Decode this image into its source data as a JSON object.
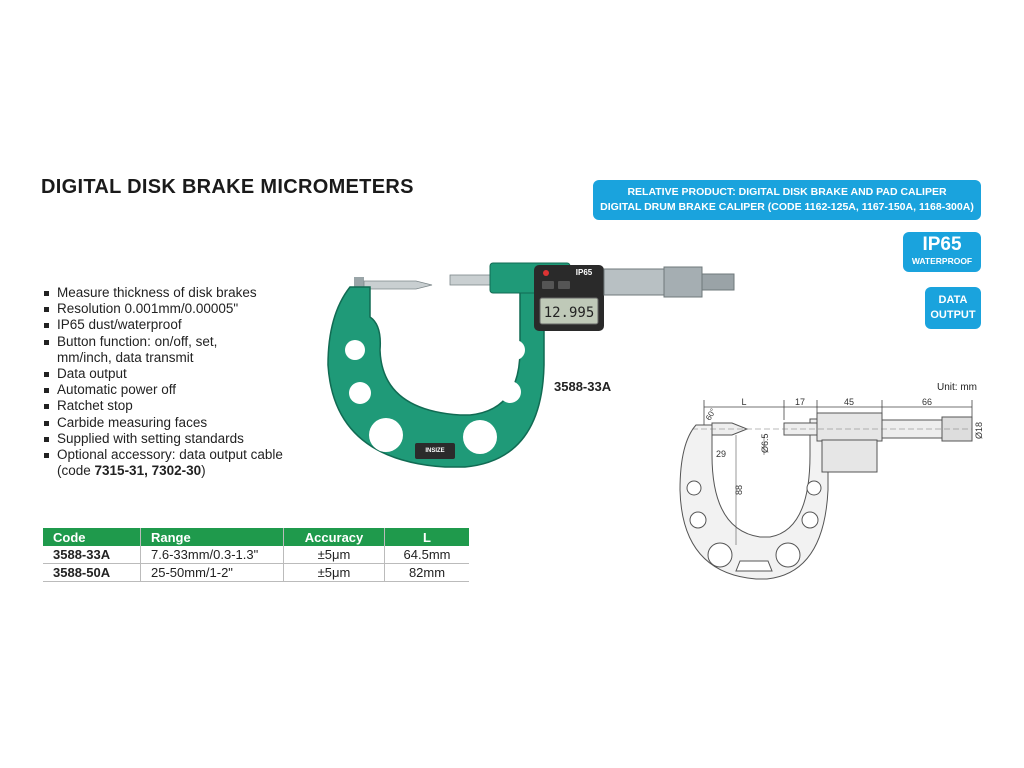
{
  "title": "DIGITAL DISK BRAKE MICROMETERS",
  "related": {
    "line1": "RELATIVE PRODUCT: DIGITAL DISK BRAKE AND PAD CALIPER",
    "line2": "DIGITAL DRUM BRAKE CALIPER (CODE 1162-125A, 1167-150A, 1168-300A)"
  },
  "badges": {
    "ip": "IP65",
    "ip_sub": "WATERPROOF",
    "data1": "DATA",
    "data2": "OUTPUT"
  },
  "features": [
    "Measure thickness of disk brakes",
    "Resolution 0.001mm/0.00005\"",
    "IP65 dust/waterproof",
    "Button function: on/off, set,",
    "mm/inch, data transmit",
    "Data output",
    "Automatic power off",
    "Ratchet stop",
    "Carbide measuring faces",
    "Supplied with setting standards",
    "Optional accessory: data output cable"
  ],
  "accessory_code_prefix": "(code ",
  "accessory_code_bold": "7315-31, 7302-30",
  "accessory_code_suffix": ")",
  "product": {
    "model_label": "3588-33A",
    "display_value": "12.995",
    "ip_mark": "IP65",
    "brand": "INSIZE"
  },
  "drawing": {
    "unit": "Unit: mm",
    "dims": {
      "L": "L",
      "d17": "17",
      "d45": "45",
      "d66": "66",
      "angle": "60°",
      "d29": "29",
      "d6_5": "Ø6.5",
      "d88": "88",
      "d18": "Ø18"
    }
  },
  "table": {
    "headers": [
      "Code",
      "Range",
      "Accuracy",
      "L"
    ],
    "rows": [
      [
        "3588-33A",
        "7.6-33mm/0.3-1.3\"",
        "±5μm",
        "64.5mm"
      ],
      [
        "3588-50A",
        "25-50mm/1-2\"",
        "±5μm",
        "82mm"
      ]
    ]
  },
  "colors": {
    "accent_blue": "#1aa3dd",
    "frame_green": "#1f9a78",
    "table_header_green": "#1f9a4c"
  }
}
